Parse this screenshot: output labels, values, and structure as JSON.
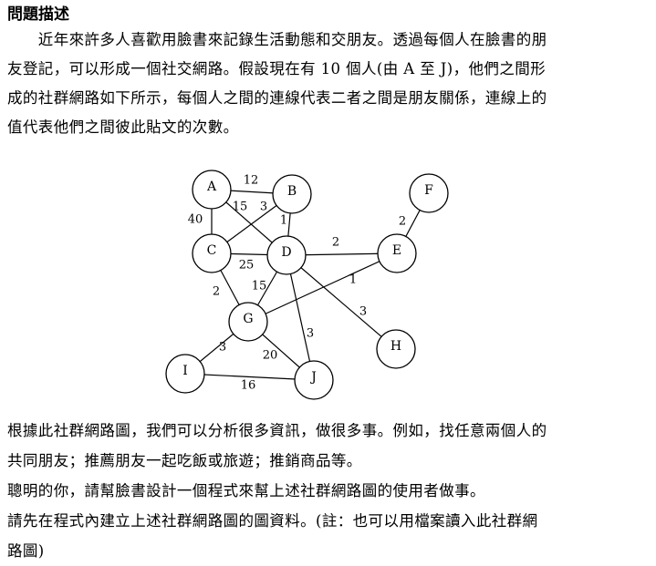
{
  "heading": "問題描述",
  "intro_lines": [
    "　　近年來許多人喜歡用臉書來記錄生活動態和交朋友。透過每個人在臉書的朋",
    "友登記，可以形成一個社交網路。假設現在有 10 個人(由 A 至 J)，他們之間形",
    "成的社群網路如下所示，每個人之間的連線代表二者之間是朋友關係，連線上的",
    "值代表他們之間彼此貼文的次數。"
  ],
  "graph": {
    "nodes": [
      "A",
      "B",
      "C",
      "D",
      "E",
      "F",
      "G",
      "H",
      "I",
      "J"
    ],
    "edges": [
      {
        "from": "A",
        "to": "B",
        "weight": "12"
      },
      {
        "from": "A",
        "to": "C",
        "weight": "40"
      },
      {
        "from": "A",
        "to": "D",
        "weight": "15"
      },
      {
        "from": "B",
        "to": "C",
        "weight": "3"
      },
      {
        "from": "B",
        "to": "D",
        "weight": "1"
      },
      {
        "from": "C",
        "to": "D",
        "weight": "25"
      },
      {
        "from": "C",
        "to": "G",
        "weight": "2"
      },
      {
        "from": "D",
        "to": "E",
        "weight": "2"
      },
      {
        "from": "D",
        "to": "G",
        "weight": "15"
      },
      {
        "from": "D",
        "to": "H",
        "weight": "3"
      },
      {
        "from": "D",
        "to": "J",
        "weight": "3"
      },
      {
        "from": "E",
        "to": "F",
        "weight": "2"
      },
      {
        "from": "E",
        "to": "G",
        "weight": "1"
      },
      {
        "from": "G",
        "to": "I",
        "weight": "3"
      },
      {
        "from": "G",
        "to": "J",
        "weight": "20"
      },
      {
        "from": "I",
        "to": "J",
        "weight": "16"
      }
    ]
  },
  "bottom_lines": [
    "根據此社群網路圖，我們可以分析很多資訊，做很多事。例如，找任意兩個人的",
    "共同朋友；推薦朋友一起吃飯或旅遊；推銷商品等。",
    "聰明的你，請幫臉書設計一個程式來幫上述社群網路圖的使用者做事。",
    "請先在程式內建立上述社群網路圖的圖資料。(註：也可以用檔案讀入此社群網",
    "路圖)"
  ]
}
